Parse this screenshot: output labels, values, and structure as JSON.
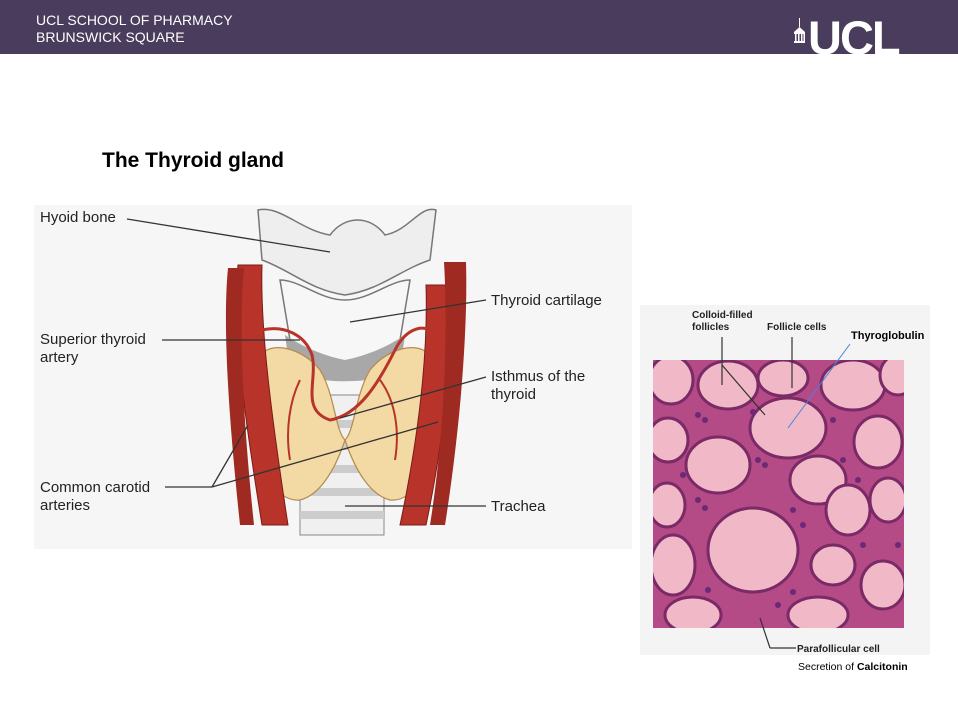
{
  "header": {
    "line1": "UCL SCHOOL OF PHARMACY",
    "line2": "BRUNSWICK SQUARE",
    "logo_text": "UCL"
  },
  "slide": {
    "title": "The Thyroid gland"
  },
  "anatomy_labels": {
    "hyoid_bone": "Hyoid bone",
    "superior_thyroid_1": "Superior thyroid",
    "superior_thyroid_2": "artery",
    "common_carotid_1": "Common carotid",
    "common_carotid_2": "arteries",
    "thyroid_cartilage": "Thyroid cartilage",
    "isthmus_1": "Isthmus of the",
    "isthmus_2": "thyroid",
    "trachea": "Trachea"
  },
  "histology_labels": {
    "colloid_1": "Colloid-filled",
    "colloid_2": "follicles",
    "follicle_cells": "Follicle cells",
    "thyroglobulin": "Thyroglobulin",
    "parafollicular": "Parafollicular cell"
  },
  "caption": {
    "prefix": "Secretion of ",
    "bold": "Calcitonin"
  },
  "colors": {
    "header_bg": "#4a3c5c",
    "artery": "#b8342a",
    "gland": "#f3d9a4",
    "cartilage": "#e8e8e8",
    "histo_bg": "#c9558f",
    "follicle": "#f1b8c8"
  }
}
